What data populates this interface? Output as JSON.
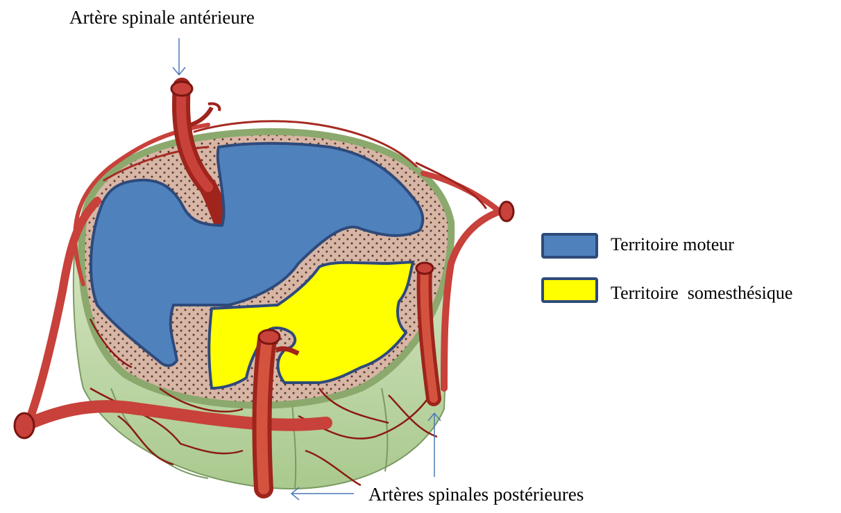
{
  "labels": {
    "anterior": "Artère spinale antérieure",
    "posterior": "Artères spinales postérieures"
  },
  "legend": {
    "items": [
      {
        "label": "Territoire moteur",
        "color": "#4f81bd"
      },
      {
        "label": "Territoire  somesthésique",
        "color": "#ffff00"
      }
    ]
  },
  "colors": {
    "artery": "#c8413a",
    "artery_dark": "#8b1a14",
    "white_matter": "#c9ddb0",
    "grey_matter": "#d9b8aa",
    "region_outline": "#2e4a7a",
    "arrow": "#4a78b5"
  }
}
